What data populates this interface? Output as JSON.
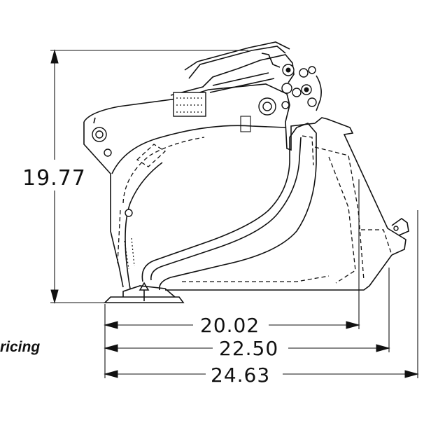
{
  "dimensions": {
    "height": "19.77",
    "width_inner": "20.02",
    "width_mid": "22.50",
    "width_overall": "24.63"
  },
  "caption_fragment": "ricing"
}
